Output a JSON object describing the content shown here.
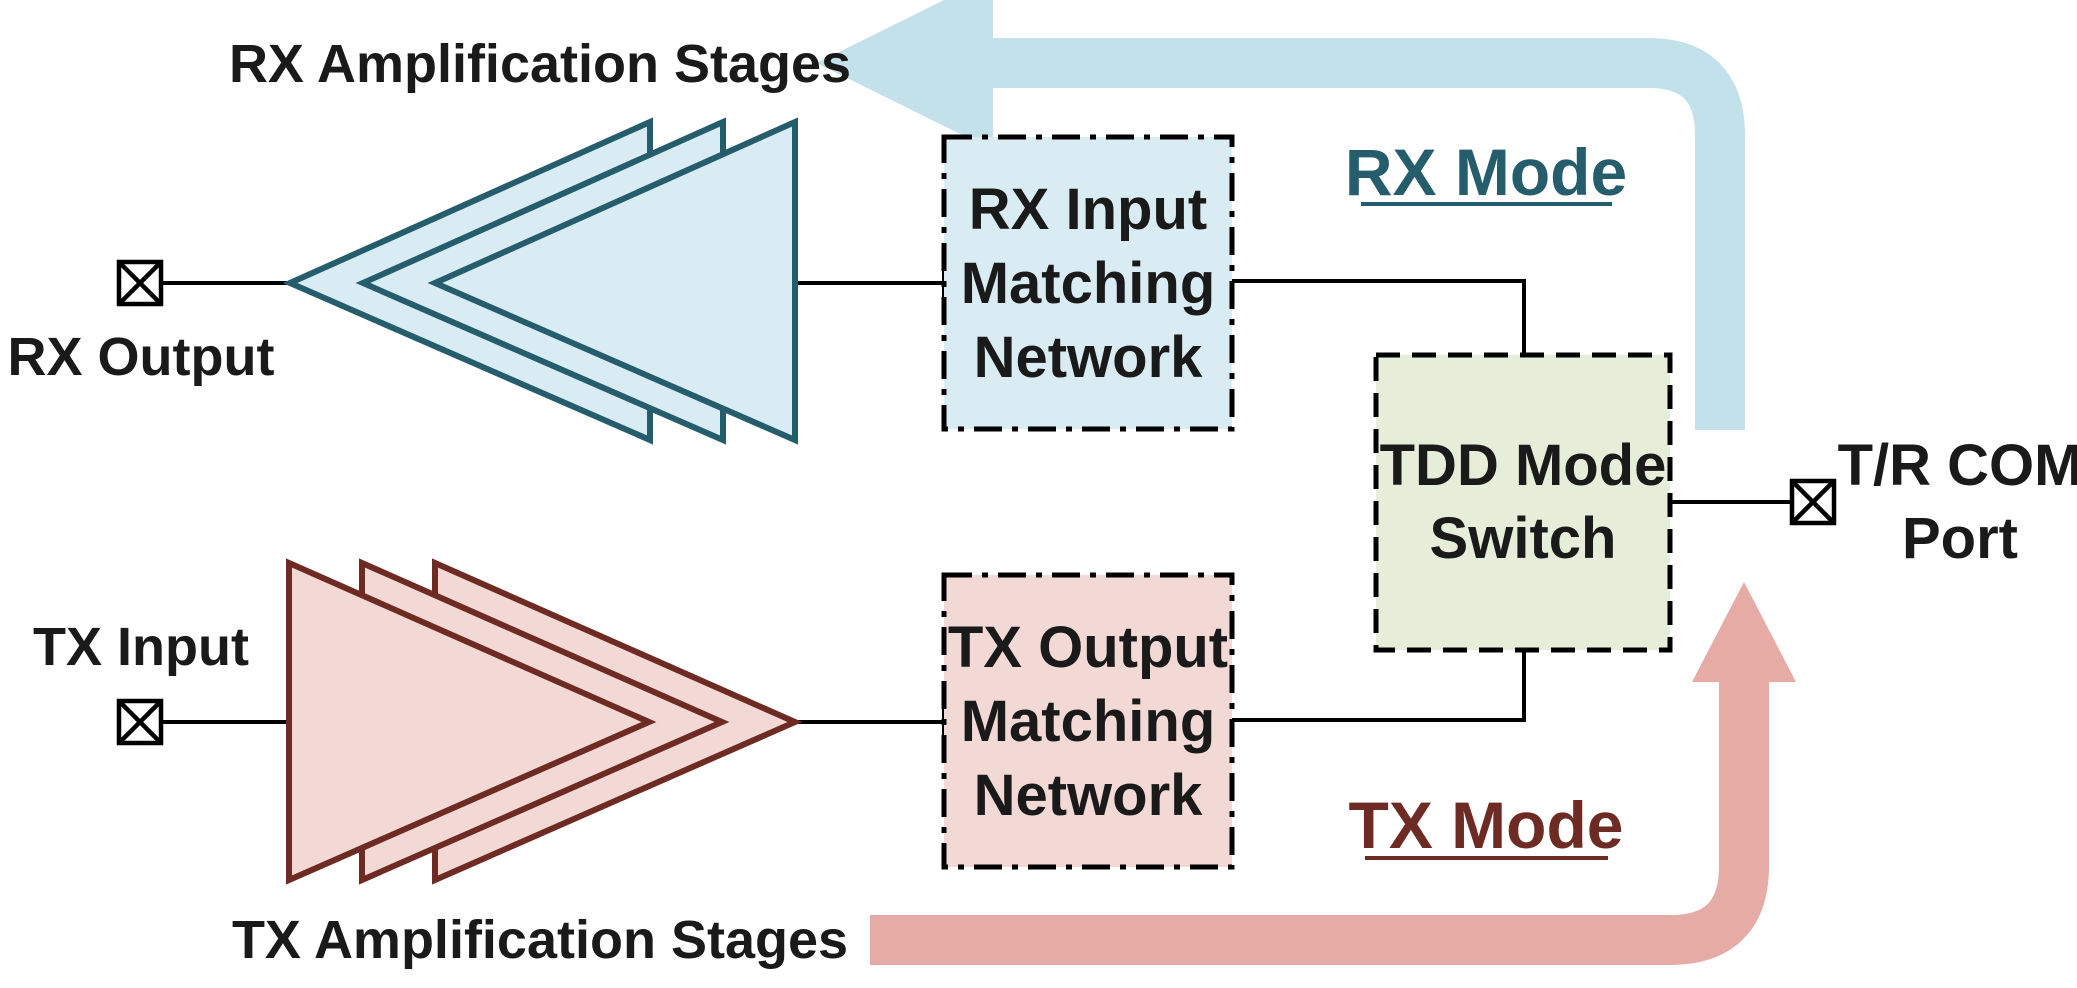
{
  "rx_amplification_label": "RX Amplification Stages",
  "tx_amplification_label": "TX Amplification Stages",
  "rx_output_label": "RX Output",
  "tx_input_label": "TX Input",
  "rx_matching": {
    "line1": "RX Input",
    "line2": "Matching",
    "line3": "Network"
  },
  "tx_matching": {
    "line1": "TX Output",
    "line2": "Matching",
    "line3": "Network"
  },
  "switch": {
    "line1": "TDD Mode",
    "line2": "Switch"
  },
  "com_port": {
    "line1": "T/R COM",
    "line2": "Port"
  },
  "rx_mode_label": "RX Mode",
  "tx_mode_label": "TX Mode",
  "colors": {
    "rx_fill": "#daecf3",
    "rx_stroke": "#255d6d",
    "rx_arrow": "#c3e1eb",
    "tx_fill": "#f3d9d5",
    "tx_stroke": "#6e2b24",
    "tx_arrow": "#e6aba5",
    "switch_fill": "#e6eed9"
  }
}
